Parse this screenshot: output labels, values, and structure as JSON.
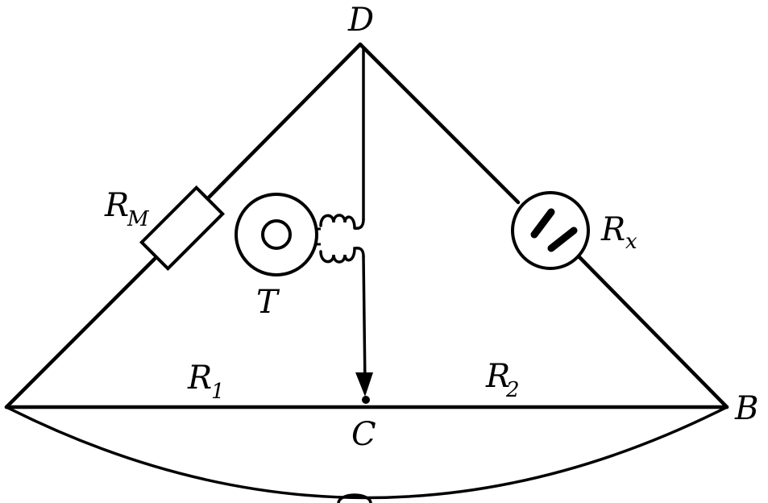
{
  "labels": {
    "node_d": "D",
    "node_b": "B",
    "node_c": "C",
    "r1_main": "R",
    "r1_sub": "1",
    "r2_main": "R",
    "r2_sub": "2",
    "rm_main": "R",
    "rm_sub": "M",
    "rx_main": "R",
    "rx_sub": "x",
    "telephone": "T"
  },
  "colors": {
    "ink": "#000000",
    "paper": "#ffffff"
  }
}
